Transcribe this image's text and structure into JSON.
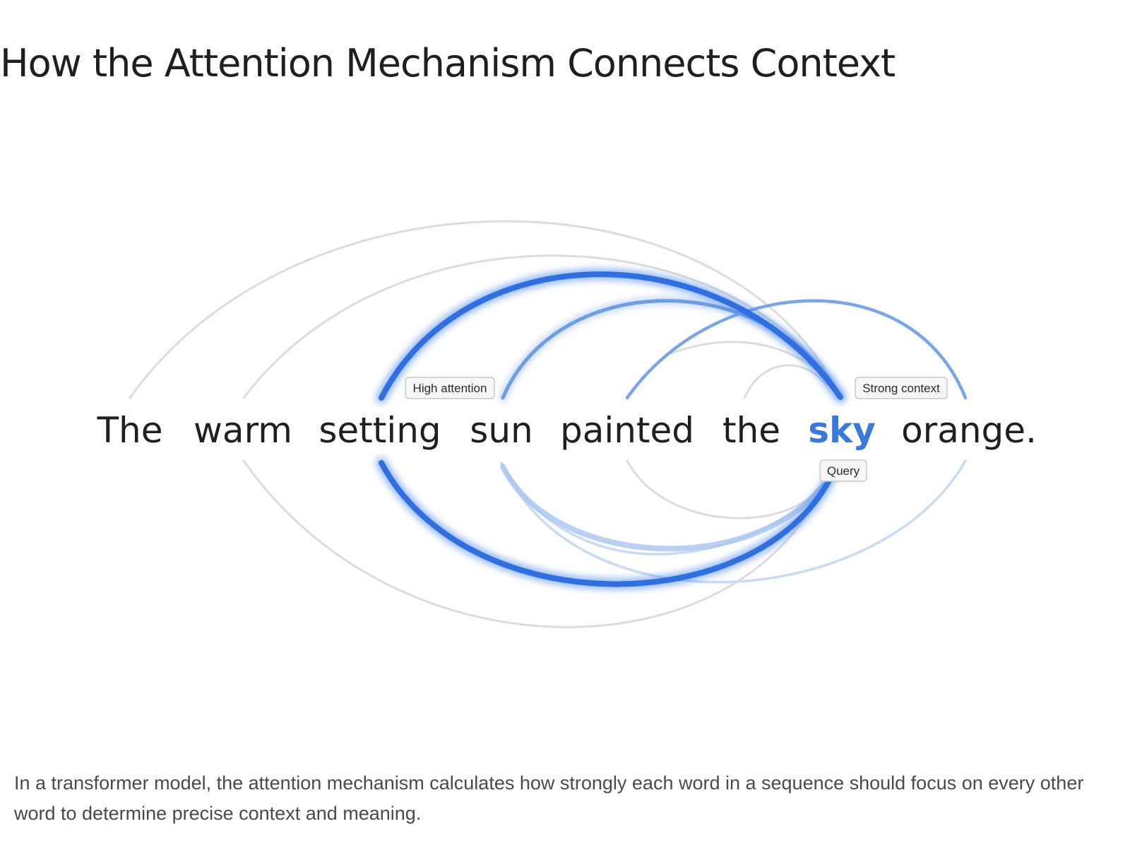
{
  "title": "How the Attention Mechanism Connects Context",
  "sentence": {
    "words": [
      "The",
      "warm",
      "setting",
      "sun",
      "painted",
      "the",
      "sky",
      "orange."
    ],
    "query_word": "sky"
  },
  "labels": {
    "high_attention": "High attention",
    "strong_context": "Strong context",
    "query": "Query"
  },
  "colors": {
    "strong": "#2f6fe0",
    "medium": "#6a9be6",
    "weak": "#bcd0f2",
    "neutral": "#d9d9d9",
    "query_text": "#3b79d8"
  },
  "caption": "In a transformer model, the attention mechanism calculates how strongly each word in a sequence should focus on every other word to determine precise context and meaning."
}
